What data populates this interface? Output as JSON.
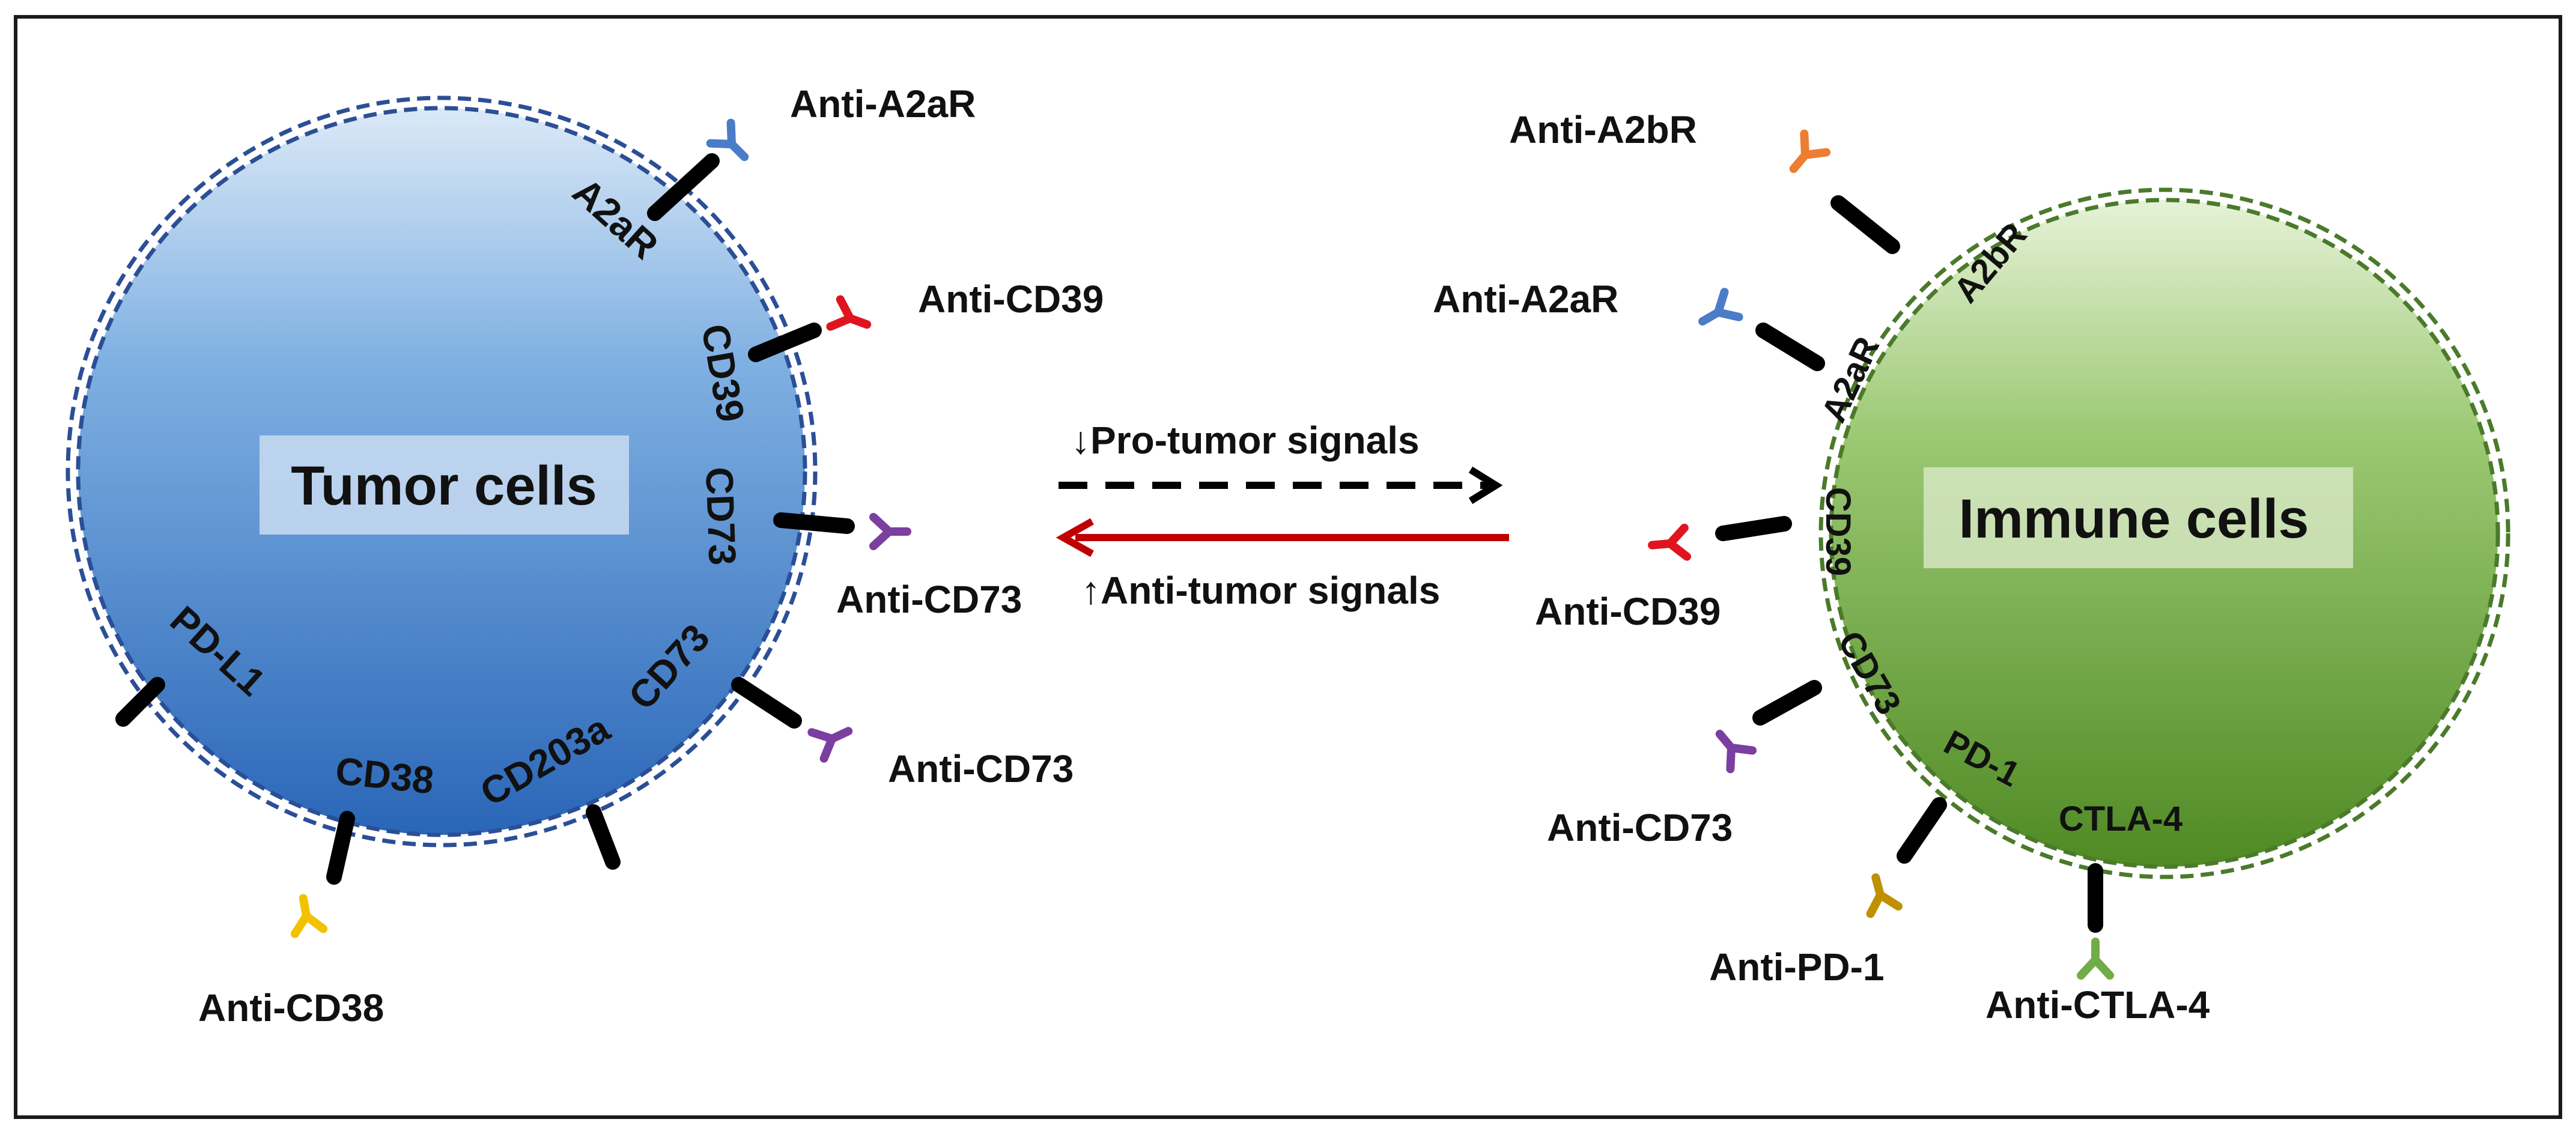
{
  "colors": {
    "frame": "#1a1a1a",
    "tumor_light": "#d6e6f6",
    "tumor_dark": "#2f6fc0",
    "tumor_dash": "#2b4f96",
    "immune_light": "#e0efcf",
    "immune_dark": "#57932c",
    "immune_dash": "#4a7a2a",
    "receptor": "#000000",
    "pro_tumor_arrow": "#000000",
    "anti_tumor_arrow": "#c00000",
    "antibody_blue": "#4a7cc8",
    "antibody_red": "#e0141e",
    "antibody_purple": "#7b3fa0",
    "antibody_yellow": "#f2c200",
    "antibody_orange": "#ed7d31",
    "antibody_gold": "#bf9000",
    "antibody_green": "#70ad47"
  },
  "tumor": {
    "title": "Tumor cells",
    "receptors": {
      "a2ar": "A2aR",
      "cd39": "CD39",
      "cd73_mid": "CD73",
      "cd73_low": "CD73",
      "cd203a": "CD203a",
      "cd38": "CD38",
      "pdl1": "PD-L1"
    },
    "antibodies": {
      "anti_a2ar": "Anti-A2aR",
      "anti_cd39": "Anti-CD39",
      "anti_cd73_mid": "Anti-CD73",
      "anti_cd73_low": "Anti-CD73",
      "anti_cd38": "Anti-CD38"
    }
  },
  "immune": {
    "title": "Immune cells",
    "receptors": {
      "a2br": "A2bR",
      "a2ar": "A2aR",
      "cd39": "CD39",
      "cd73": "CD73",
      "pd1": "PD-1",
      "ctla4": "CTLA-4"
    },
    "antibodies": {
      "anti_a2br": "Anti-A2bR",
      "anti_a2ar": "Anti-A2aR",
      "anti_cd39": "Anti-CD39",
      "anti_cd73": "Anti-CD73",
      "anti_pd1": "Anti-PD-1",
      "anti_ctla4": "Anti-CTLA-4"
    }
  },
  "signals": {
    "pro_tumor": "↓Pro-tumor signals",
    "anti_tumor": "↑Anti-tumor signals"
  }
}
